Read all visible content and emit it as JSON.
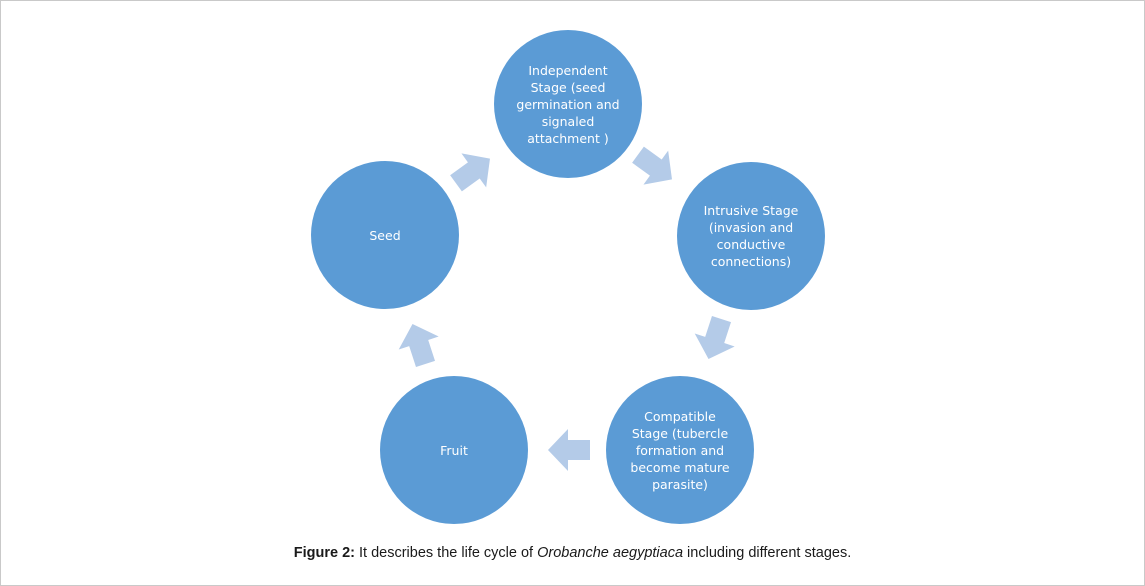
{
  "diagram": {
    "nodes": [
      {
        "id": "independent",
        "label": "Independent\nStage (seed\ngermination and\nsignaled\nattachment )"
      },
      {
        "id": "intrusive",
        "label": "Intrusive Stage\n(invasion and\nconductive\nconnections)"
      },
      {
        "id": "compatible",
        "label": "Compatible\nStage (tubercle\nformation and\nbecome mature\nparasite)"
      },
      {
        "id": "fruit",
        "label": "Fruit"
      },
      {
        "id": "seed",
        "label": "Seed"
      }
    ],
    "colors": {
      "node_fill": "#5b9bd5",
      "arrow_fill": "#b4cbe8",
      "node_text": "#ffffff"
    }
  },
  "caption": {
    "label": "Figure 2:",
    "text_before": " It describes the life cycle of ",
    "species": "Orobanche aegyptiaca",
    "text_after": " including different stages."
  }
}
